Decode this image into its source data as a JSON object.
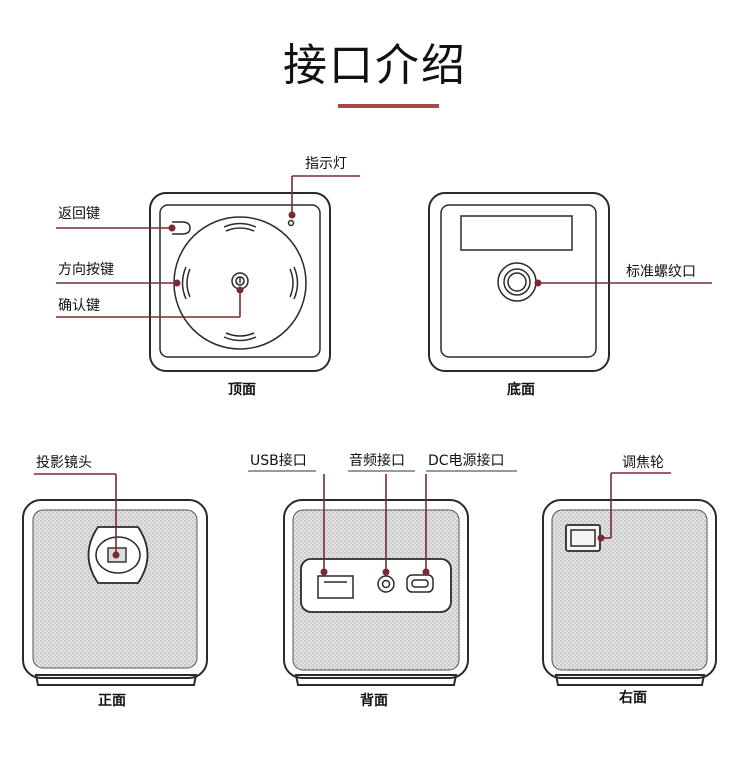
{
  "title": "接口介绍",
  "colors": {
    "accent": "#a8484a",
    "leader": "#7a2a33",
    "outline": "#2a2a2a",
    "grille": "#cfcfcf"
  },
  "views": {
    "top": {
      "caption": "顶面",
      "labels": {
        "back_key": "返回键",
        "indicator": "指示灯",
        "direction_keys": "方向按键",
        "confirm_key": "确认键"
      }
    },
    "bottom": {
      "caption": "底面",
      "labels": {
        "tripod_thread": "标准螺纹口"
      }
    },
    "front": {
      "caption": "正面",
      "labels": {
        "lens": "投影镜头"
      }
    },
    "back": {
      "caption": "背面",
      "labels": {
        "usb": "USB接口",
        "audio": "音频接口",
        "dc": "DC电源接口"
      }
    },
    "right": {
      "caption": "右面",
      "labels": {
        "focus_wheel": "调焦轮"
      }
    }
  }
}
